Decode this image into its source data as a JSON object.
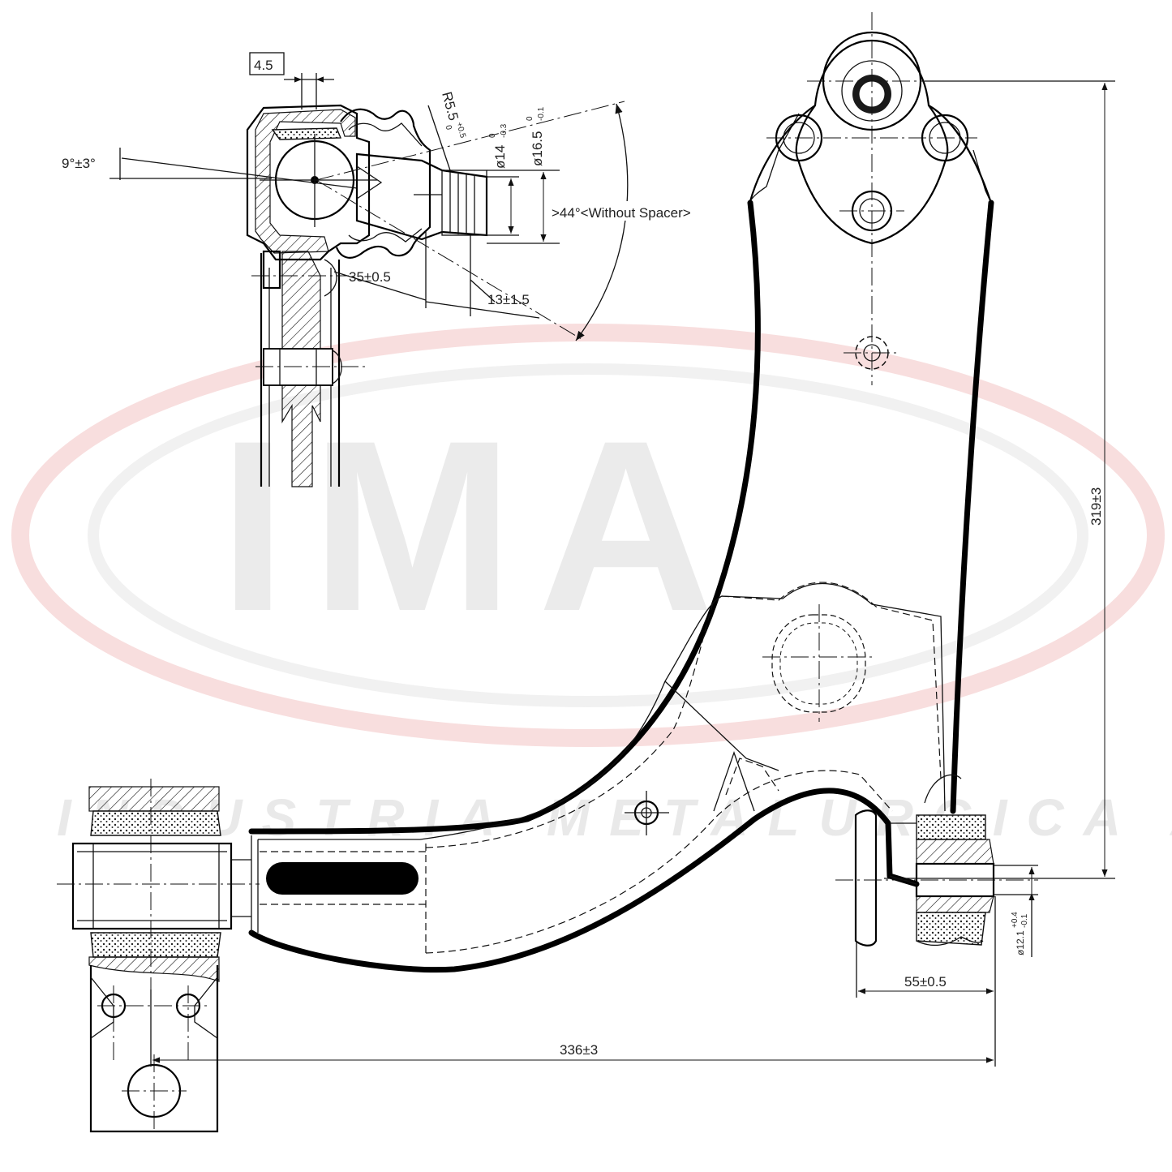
{
  "watermark": {
    "logo_text": "IMA",
    "company_text": "INDUSTRIA METALURGICA ALLI",
    "accent_color": "#e31e24"
  },
  "dimensions": {
    "boxed_tolerance": "4.5",
    "tilt_angle": "9°±3°",
    "radius_main": "R5.5",
    "radius_tol_upper": "+0.5",
    "radius_tol_lower": "0",
    "dia_14_main": "ø14",
    "dia_14_tol_upper": "0",
    "dia_14_tol_lower": "-0.3",
    "dia_16_main": "ø16.5",
    "dia_16_tol_upper": "0",
    "dia_16_tol_lower": "-0.1",
    "swing_angle": ">44°<Without Spacer>",
    "stud_length": "35±0.5",
    "thread_length": "13±1.5",
    "overall_height": "319±3",
    "bushing_bore_main": "ø12.1",
    "bushing_bore_tol_upper": "+0.4",
    "bushing_bore_tol_lower": "-0.1",
    "bushing_width": "55±0.5",
    "overall_length": "336±3"
  }
}
